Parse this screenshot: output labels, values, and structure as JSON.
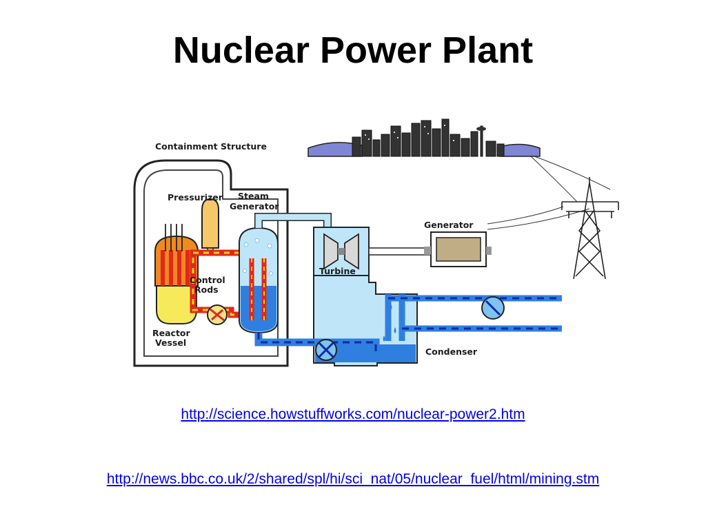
{
  "slide": {
    "title": "Nuclear Power Plant"
  },
  "diagram": {
    "labels": {
      "containment": "Containment Structure",
      "pressurizer": "Pressurizer",
      "steam_generator_1": "Steam",
      "steam_generator_2": "Generator",
      "control_rods_1": "Control",
      "control_rods_2": "Rods",
      "reactor_vessel_1": "Reactor",
      "reactor_vessel_2": "Vessel",
      "turbine": "Turbine",
      "generator": "Generator",
      "condenser": "Condenser"
    },
    "colors": {
      "hot_loop": "#e0281c",
      "hot_dash": "#ffd400",
      "water": "#2f7fe0",
      "cool_dash": "#0a2aa8",
      "steam": "#bfe6f8",
      "outline": "#1a1a1a"
    }
  },
  "links": [
    {
      "text": "http://science.howstuffworks.com/nuclear-power2.htm"
    },
    {
      "text": "http://news.bbc.co.uk/2/shared/spl/hi/sci_nat/05/nuclear_fuel/html/mining.stm"
    }
  ]
}
